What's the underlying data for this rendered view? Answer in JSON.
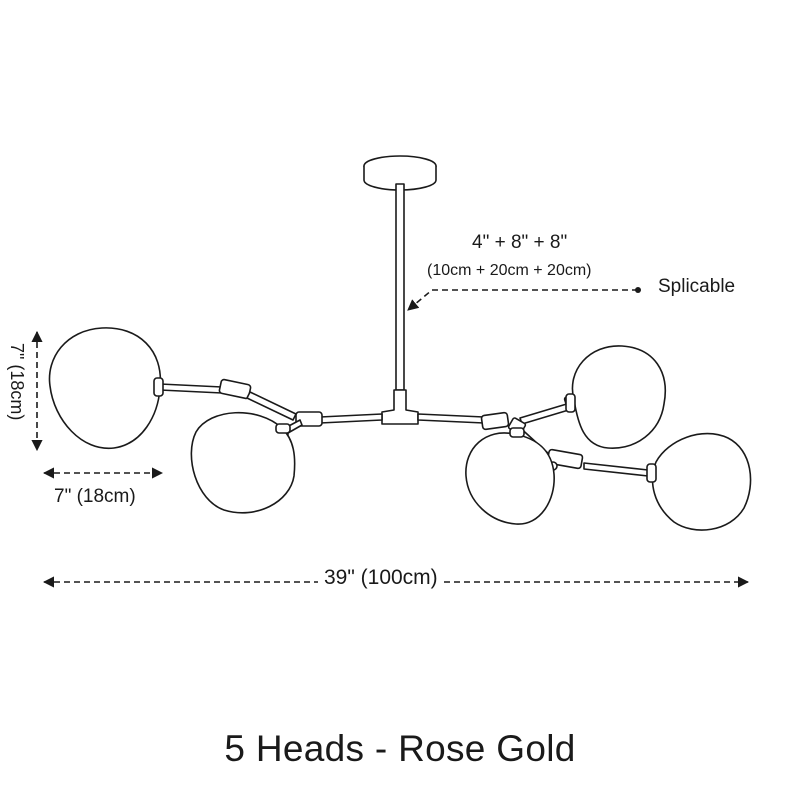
{
  "rod": {
    "lengths": "4\" + 8\" + 8\"",
    "lengths_metric": "(10cm + 20cm + 20cm)",
    "feature": "Splicable"
  },
  "shade": {
    "height": "7\" (18cm)",
    "width": "7\" (18cm)"
  },
  "overall": {
    "width": "39\" (100cm)"
  },
  "caption": "5 Heads - Rose Gold",
  "colors": {
    "line": "#1a1a1a",
    "background": "#ffffff"
  }
}
